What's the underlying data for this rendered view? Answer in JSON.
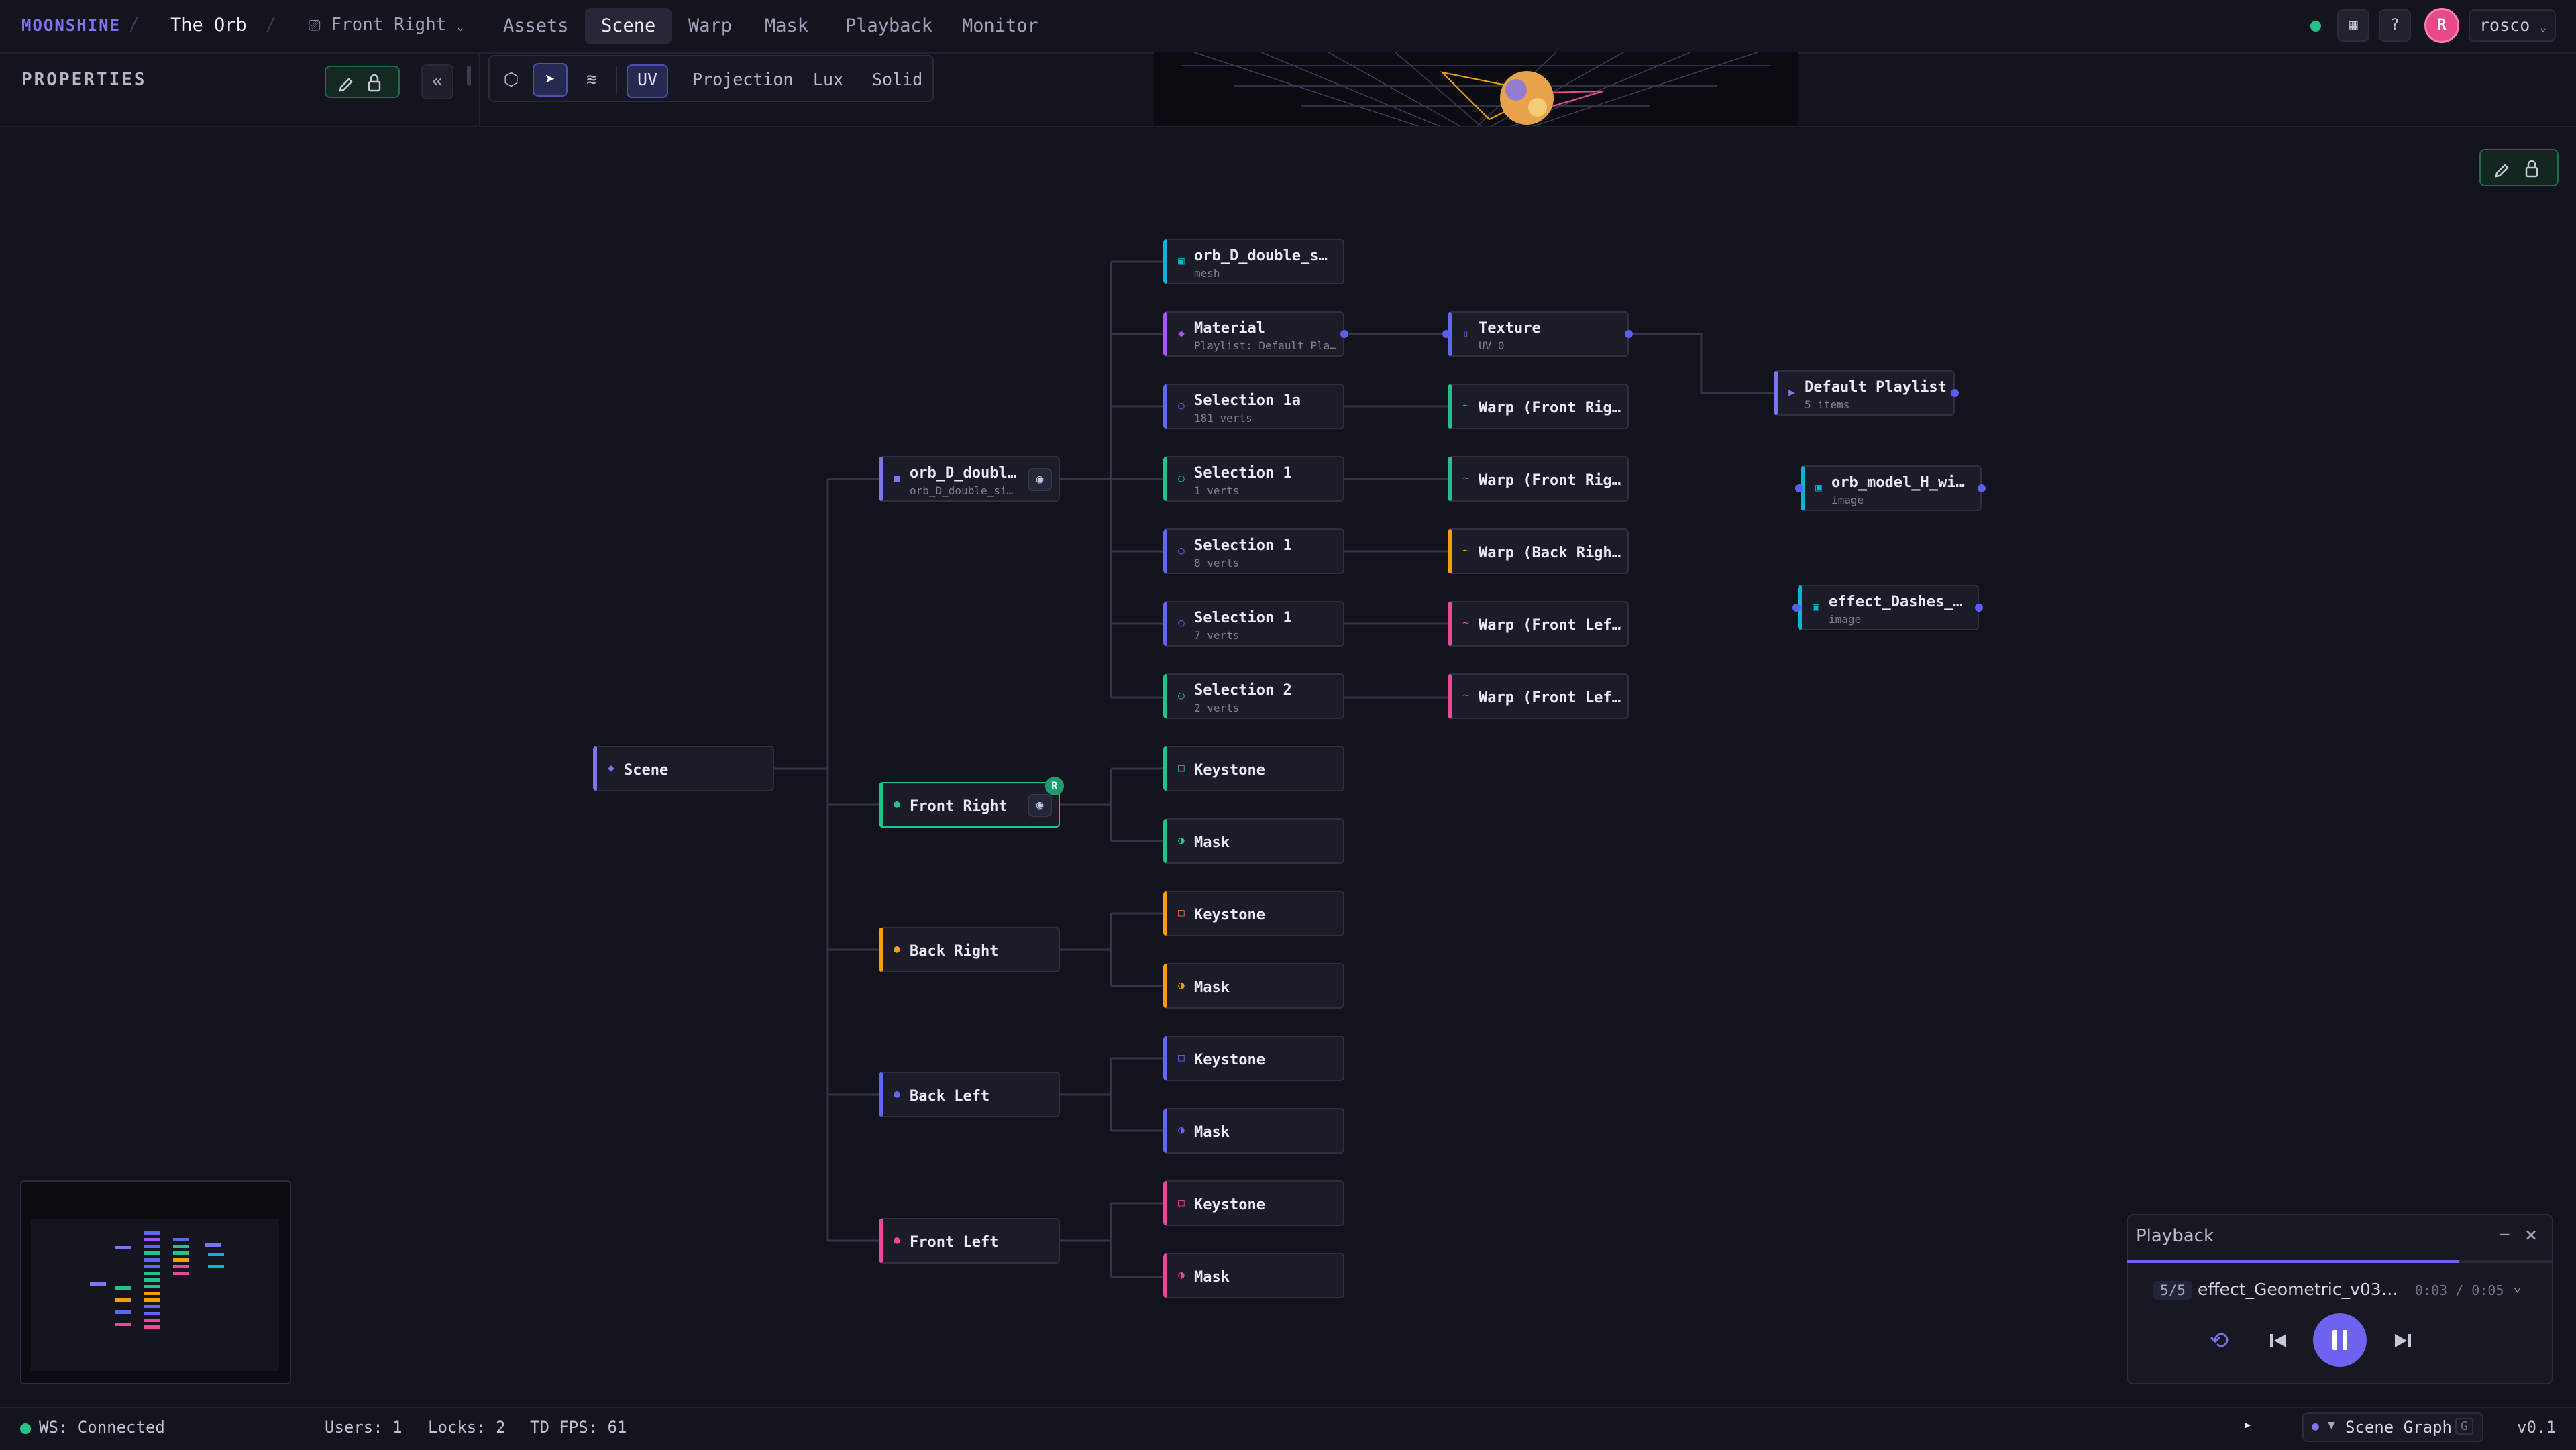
{
  "topbar": {
    "brand": "MOONSHINE",
    "project": "The Orb",
    "view_select": "Front Right",
    "nav": [
      "Assets",
      "Scene",
      "Warp",
      "Mask",
      "Playback",
      "Monitor"
    ],
    "active_nav": "Scene",
    "avatar_initial": "R",
    "username": "rosco",
    "help_label": "?"
  },
  "properties": {
    "title": "PROPERTIES",
    "collapse_label": "«"
  },
  "toolbar": {
    "modes": [
      "UV",
      "Projection",
      "Lux",
      "Solid"
    ],
    "active_mode": "UV"
  },
  "graph": {
    "scene": {
      "title": "Scene"
    },
    "groups": [
      {
        "title": "orb_D_double…",
        "subtitle": "orb_D_double_si…",
        "color": "#7c74f0"
      },
      {
        "title": "Front Right",
        "badge": "R",
        "color": "#22c28a"
      },
      {
        "title": "Back Right",
        "color": "#f59e0b"
      },
      {
        "title": "Back Left",
        "color": "#6366f1"
      },
      {
        "title": "Front Left",
        "color": "#ec4899"
      }
    ],
    "mesh": {
      "title": "orb_D_double_sid…",
      "subtitle": "mesh"
    },
    "material": {
      "title": "Material",
      "subtitle": "Playlist: Default Pla…"
    },
    "selections": [
      {
        "title": "Selection 1a",
        "subtitle": "181 verts"
      },
      {
        "title": "Selection 1",
        "subtitle": "1 verts"
      },
      {
        "title": "Selection 1",
        "subtitle": "8 verts"
      },
      {
        "title": "Selection 1",
        "subtitle": "7 verts"
      },
      {
        "title": "Selection 2",
        "subtitle": "2 verts"
      }
    ],
    "texture": {
      "title": "Texture",
      "subtitle": "UV 0"
    },
    "warps": [
      {
        "title": "Warp (Front Righ…",
        "color": "#22c28a"
      },
      {
        "title": "Warp (Front Righ…",
        "color": "#22c28a"
      },
      {
        "title": "Warp (Back Right)",
        "color": "#f59e0b"
      },
      {
        "title": "Warp (Front Left)",
        "color": "#ec4899"
      },
      {
        "title": "Warp (Front Left)",
        "color": "#ec4899"
      }
    ],
    "children": [
      {
        "title": "Keystone",
        "color": "#22c28a"
      },
      {
        "title": "Mask",
        "color": "#22c28a"
      },
      {
        "title": "Keystone",
        "color": "#f59e0b"
      },
      {
        "title": "Mask",
        "color": "#f59e0b"
      },
      {
        "title": "Keystone",
        "color": "#6366f1"
      },
      {
        "title": "Mask",
        "color": "#6366f1"
      },
      {
        "title": "Keystone",
        "color": "#ec4899"
      },
      {
        "title": "Mask",
        "color": "#ec4899"
      }
    ],
    "playlist": {
      "title": "Default Playlist",
      "subtitle": "5 items"
    },
    "images": [
      {
        "title": "orb_model_H_wire…",
        "subtitle": "image"
      },
      {
        "title": "effect_Dashes_v0…",
        "subtitle": "image"
      }
    ]
  },
  "playback": {
    "title": "Playback",
    "minimize_label": "−",
    "close_label": "×",
    "index": "5/5",
    "clip_name": "effect_Geometric_v03…",
    "time": "0:03 / 0:05",
    "progress": 0.78
  },
  "status": {
    "ws": "WS: Connected",
    "users": "Users: 1",
    "locks": "Locks: 2",
    "fps": "TD FPS: 61",
    "panel_label": "Scene Graph",
    "panel_key": "G",
    "version": "v0.1"
  },
  "colors": {
    "accent": "#7c74f0",
    "connected": "#22c28a",
    "background": "#12131c"
  }
}
